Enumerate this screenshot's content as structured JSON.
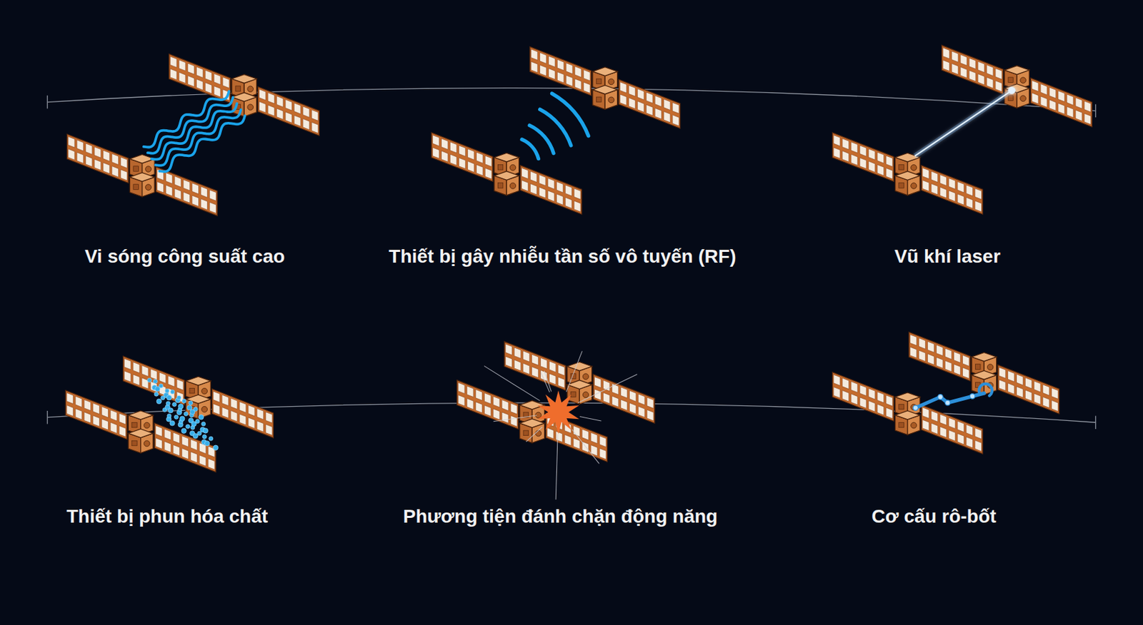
{
  "diagram": {
    "labels": [
      "Vi sóng công suất cao",
      "Thiết bị gây nhiễu tần số vô tuyến (RF)",
      "Vũ khí laser",
      "Thiết bị phun hóa chất",
      "Phương tiện đánh chặn động năng",
      "Cơ cấu rô-bốt"
    ]
  }
}
